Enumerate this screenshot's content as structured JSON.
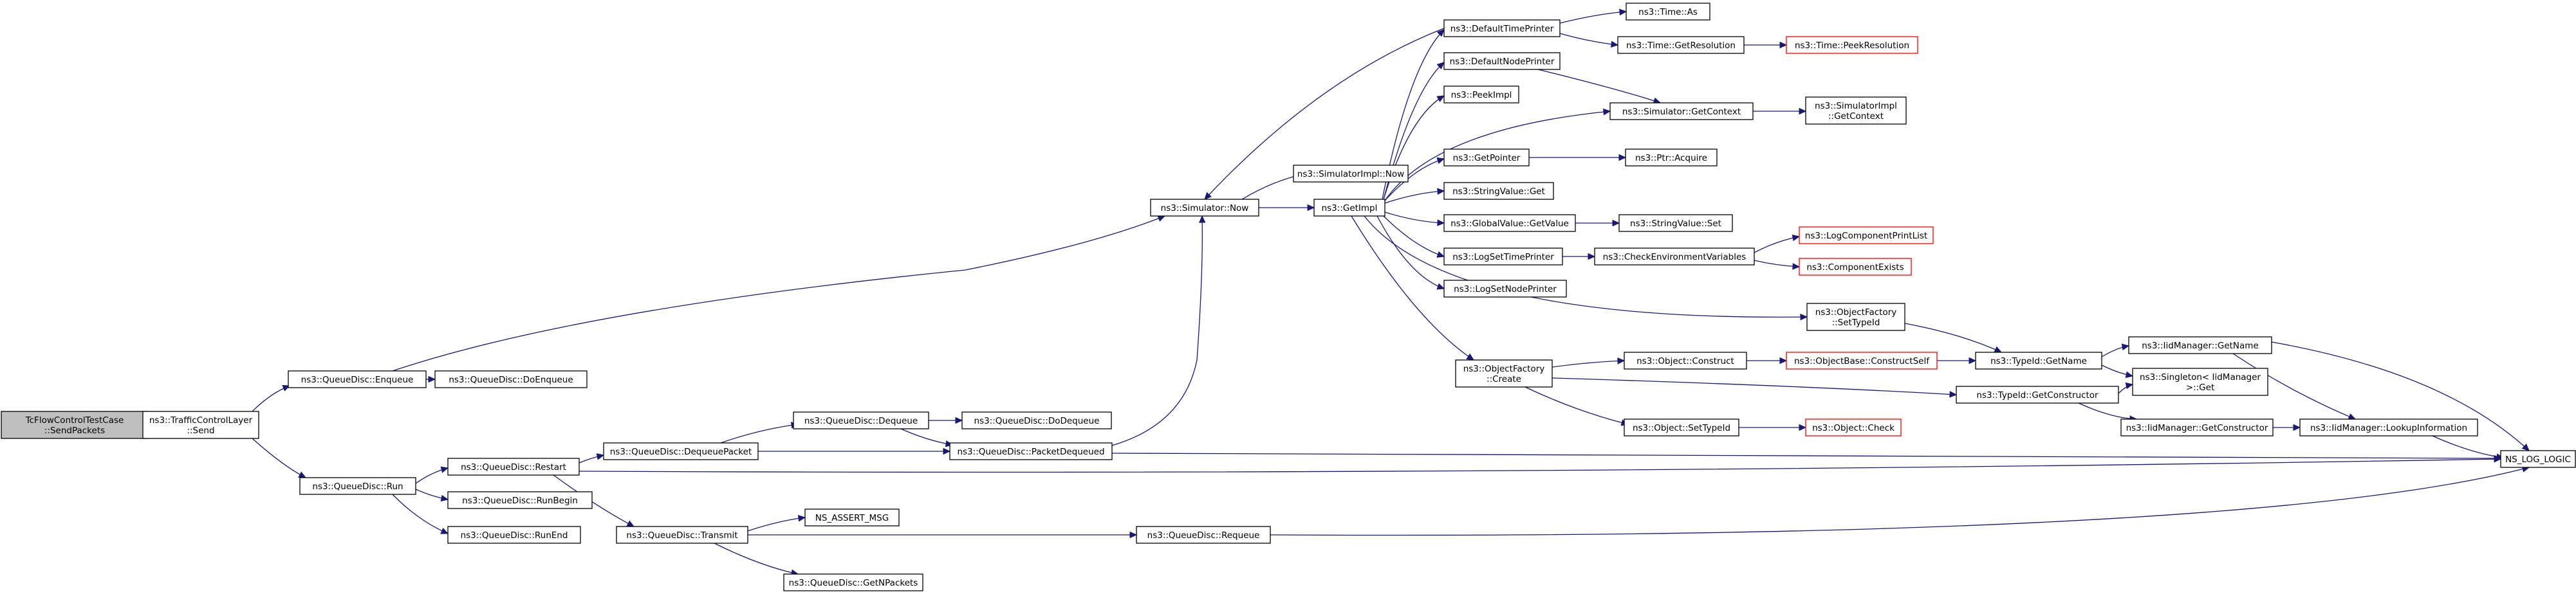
{
  "colors": {
    "edge": "#191970",
    "root_fill": "#bfbfbf",
    "node_border": "#000000",
    "truncated_border": "#ff0000"
  },
  "nodes": [
    {
      "id": "root",
      "lines": [
        "TcFlowControlTestCase",
        "::SendPackets"
      ]
    },
    {
      "id": "tcl_send",
      "lines": [
        "ns3::TrafficControlLayer",
        "::Send"
      ]
    },
    {
      "id": "qd_enqueue",
      "lines": [
        "ns3::QueueDisc::Enqueue"
      ]
    },
    {
      "id": "qd_doenqueue",
      "lines": [
        "ns3::QueueDisc::DoEnqueue"
      ]
    },
    {
      "id": "qd_run",
      "lines": [
        "ns3::QueueDisc::Run"
      ]
    },
    {
      "id": "qd_restart",
      "lines": [
        "ns3::QueueDisc::Restart"
      ]
    },
    {
      "id": "qd_runbegin",
      "lines": [
        "ns3::QueueDisc::RunBegin"
      ]
    },
    {
      "id": "qd_runend",
      "lines": [
        "ns3::QueueDisc::RunEnd"
      ]
    },
    {
      "id": "qd_dequeuepacket",
      "lines": [
        "ns3::QueueDisc::DequeuePacket"
      ]
    },
    {
      "id": "qd_transmit",
      "lines": [
        "ns3::QueueDisc::Transmit"
      ]
    },
    {
      "id": "qd_dequeue",
      "lines": [
        "ns3::QueueDisc::Dequeue"
      ]
    },
    {
      "id": "qd_dodequeue",
      "lines": [
        "ns3::QueueDisc::DoDequeue"
      ]
    },
    {
      "id": "qd_packetdequeued",
      "lines": [
        "ns3::QueueDisc::PacketDequeued"
      ]
    },
    {
      "id": "ns_assert",
      "lines": [
        "NS_ASSERT_MSG"
      ]
    },
    {
      "id": "qd_getnpackets",
      "lines": [
        "ns3::QueueDisc::GetNPackets"
      ]
    },
    {
      "id": "qd_requeue",
      "lines": [
        "ns3::QueueDisc::Requeue"
      ]
    },
    {
      "id": "sim_now",
      "lines": [
        "ns3::Simulator::Now"
      ]
    },
    {
      "id": "simimpl_now",
      "lines": [
        "ns3::SimulatorImpl::Now"
      ]
    },
    {
      "id": "getimpl",
      "lines": [
        "ns3::GetImpl"
      ]
    },
    {
      "id": "defaulttimeprinter",
      "lines": [
        "ns3::DefaultTimePrinter"
      ]
    },
    {
      "id": "time_as",
      "lines": [
        "ns3::Time::As"
      ]
    },
    {
      "id": "time_getres",
      "lines": [
        "ns3::Time::GetResolution"
      ]
    },
    {
      "id": "time_peekres",
      "lines": [
        "ns3::Time::PeekResolution"
      ]
    },
    {
      "id": "defaultnodeprinter",
      "lines": [
        "ns3::DefaultNodePrinter"
      ]
    },
    {
      "id": "peekimpl",
      "lines": [
        "ns3::PeekImpl"
      ]
    },
    {
      "id": "sim_getcontext",
      "lines": [
        "ns3::Simulator::GetContext"
      ]
    },
    {
      "id": "simimpl_getcontext",
      "lines": [
        "ns3::SimulatorImpl",
        "::GetContext"
      ]
    },
    {
      "id": "getpointer",
      "lines": [
        "ns3::GetPointer"
      ]
    },
    {
      "id": "ptr_acquire",
      "lines": [
        "ns3::Ptr::Acquire"
      ]
    },
    {
      "id": "stringvalue_get",
      "lines": [
        "ns3::StringValue::Get"
      ]
    },
    {
      "id": "globalvalue_getvalue",
      "lines": [
        "ns3::GlobalValue::GetValue"
      ]
    },
    {
      "id": "stringvalue_set",
      "lines": [
        "ns3::StringValue::Set"
      ]
    },
    {
      "id": "logsettimeprinter",
      "lines": [
        "ns3::LogSetTimePrinter"
      ]
    },
    {
      "id": "checkenv",
      "lines": [
        "ns3::CheckEnvironmentVariables"
      ]
    },
    {
      "id": "logcomponentprintlist",
      "lines": [
        "ns3::LogComponentPrintList"
      ]
    },
    {
      "id": "componentexists",
      "lines": [
        "ns3::ComponentExists"
      ]
    },
    {
      "id": "logsetnodeprinter",
      "lines": [
        "ns3::LogSetNodePrinter"
      ]
    },
    {
      "id": "objfactory_settypeid",
      "lines": [
        "ns3::ObjectFactory",
        "::SetTypeId"
      ]
    },
    {
      "id": "objfactory_create",
      "lines": [
        "ns3::ObjectFactory",
        "::Create"
      ]
    },
    {
      "id": "object_construct",
      "lines": [
        "ns3::Object::Construct"
      ]
    },
    {
      "id": "objectbase_constructself",
      "lines": [
        "ns3::ObjectBase::ConstructSelf"
      ]
    },
    {
      "id": "typeid_getname",
      "lines": [
        "ns3::TypeId::GetName"
      ]
    },
    {
      "id": "iidmanager_getname",
      "lines": [
        "ns3::IidManager::GetName"
      ]
    },
    {
      "id": "singleton_get",
      "lines": [
        "ns3::Singleton< IidManager",
        " >::Get"
      ]
    },
    {
      "id": "typeid_getconstructor",
      "lines": [
        "ns3::TypeId::GetConstructor"
      ]
    },
    {
      "id": "iidmanager_getconstructor",
      "lines": [
        "ns3::IidManager::GetConstructor"
      ]
    },
    {
      "id": "iidmanager_lookupinfo",
      "lines": [
        "ns3::IidManager::LookupInformation"
      ]
    },
    {
      "id": "ns_log_logic",
      "lines": [
        "NS_LOG_LOGIC"
      ]
    },
    {
      "id": "object_settypeid",
      "lines": [
        "ns3::Object::SetTypeId"
      ]
    },
    {
      "id": "object_check",
      "lines": [
        "ns3::Object::Check"
      ]
    }
  ],
  "edges": [
    [
      "root",
      "tcl_send"
    ],
    [
      "tcl_send",
      "qd_enqueue"
    ],
    [
      "tcl_send",
      "qd_run"
    ],
    [
      "qd_enqueue",
      "qd_doenqueue"
    ],
    [
      "qd_enqueue",
      "sim_now"
    ],
    [
      "qd_run",
      "qd_restart"
    ],
    [
      "qd_run",
      "qd_runbegin"
    ],
    [
      "qd_run",
      "qd_runend"
    ],
    [
      "qd_restart",
      "qd_dequeuepacket"
    ],
    [
      "qd_restart",
      "qd_transmit"
    ],
    [
      "qd_restart",
      "ns_log_logic"
    ],
    [
      "qd_dequeuepacket",
      "qd_dequeue"
    ],
    [
      "qd_dequeuepacket",
      "qd_packetdequeued"
    ],
    [
      "qd_dequeue",
      "qd_dodequeue"
    ],
    [
      "qd_dequeue",
      "qd_packetdequeued"
    ],
    [
      "qd_packetdequeued",
      "sim_now"
    ],
    [
      "qd_packetdequeued",
      "ns_log_logic"
    ],
    [
      "qd_transmit",
      "ns_assert"
    ],
    [
      "qd_transmit",
      "qd_getnpackets"
    ],
    [
      "qd_transmit",
      "qd_requeue"
    ],
    [
      "qd_requeue",
      "ns_log_logic"
    ],
    [
      "sim_now",
      "simimpl_now"
    ],
    [
      "sim_now",
      "getimpl"
    ],
    [
      "getimpl",
      "defaulttimeprinter"
    ],
    [
      "getimpl",
      "defaultnodeprinter"
    ],
    [
      "getimpl",
      "peekimpl"
    ],
    [
      "getimpl",
      "sim_getcontext"
    ],
    [
      "getimpl",
      "getpointer"
    ],
    [
      "getimpl",
      "stringvalue_get"
    ],
    [
      "getimpl",
      "globalvalue_getvalue"
    ],
    [
      "getimpl",
      "logsettimeprinter"
    ],
    [
      "getimpl",
      "logsetnodeprinter"
    ],
    [
      "getimpl",
      "objfactory_settypeid"
    ],
    [
      "getimpl",
      "objfactory_create"
    ],
    [
      "defaulttimeprinter",
      "sim_now"
    ],
    [
      "defaulttimeprinter",
      "time_as"
    ],
    [
      "defaulttimeprinter",
      "time_getres"
    ],
    [
      "time_getres",
      "time_peekres"
    ],
    [
      "defaultnodeprinter",
      "sim_getcontext"
    ],
    [
      "sim_getcontext",
      "simimpl_getcontext"
    ],
    [
      "getpointer",
      "ptr_acquire"
    ],
    [
      "globalvalue_getvalue",
      "stringvalue_set"
    ],
    [
      "logsettimeprinter",
      "checkenv"
    ],
    [
      "checkenv",
      "logcomponentprintlist"
    ],
    [
      "checkenv",
      "componentexists"
    ],
    [
      "objfactory_settypeid",
      "typeid_getname"
    ],
    [
      "objfactory_create",
      "object_construct"
    ],
    [
      "objfactory_create",
      "object_settypeid"
    ],
    [
      "objfactory_create",
      "typeid_getconstructor"
    ],
    [
      "object_construct",
      "objectbase_constructself"
    ],
    [
      "objectbase_constructself",
      "typeid_getname"
    ],
    [
      "typeid_getname",
      "iidmanager_getname"
    ],
    [
      "typeid_getname",
      "singleton_get"
    ],
    [
      "typeid_getconstructor",
      "singleton_get"
    ],
    [
      "typeid_getconstructor",
      "iidmanager_getconstructor"
    ],
    [
      "iidmanager_getname",
      "iidmanager_lookupinfo"
    ],
    [
      "iidmanager_getname",
      "ns_log_logic"
    ],
    [
      "iidmanager_getconstructor",
      "iidmanager_lookupinfo"
    ],
    [
      "iidmanager_lookupinfo",
      "ns_log_logic"
    ],
    [
      "object_settypeid",
      "object_check"
    ]
  ]
}
